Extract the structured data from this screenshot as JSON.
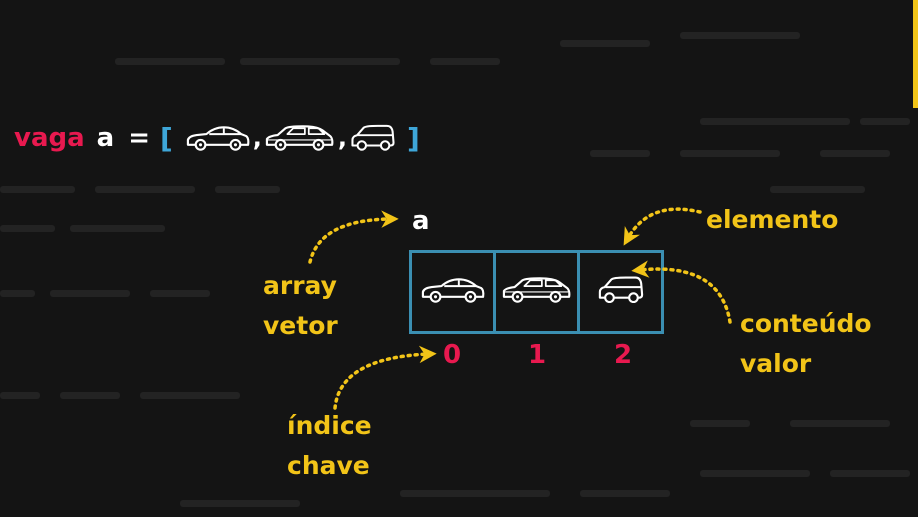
{
  "code": {
    "keyword": "vaga",
    "variable": "a",
    "equals": "=",
    "open_bracket": "[",
    "close_bracket": "]",
    "separator": ","
  },
  "array": {
    "name": "a",
    "cells": [
      {
        "index": "0",
        "icon": "sedan-car-icon"
      },
      {
        "index": "1",
        "icon": "hatchback-car-icon"
      },
      {
        "index": "2",
        "icon": "small-car-icon"
      }
    ]
  },
  "labels": {
    "array_line1": "array",
    "array_line2": "vetor",
    "element": "elemento",
    "content_line1": "conteúdo",
    "content_line2": "valor",
    "index_line1": "índice",
    "index_line2": "chave"
  },
  "colors": {
    "background": "#141414",
    "keyword": "#e8194f",
    "annotation": "#f2c418",
    "box_border": "#3b8fb2",
    "bracket": "#3ea6d8",
    "text": "#ffffff"
  }
}
